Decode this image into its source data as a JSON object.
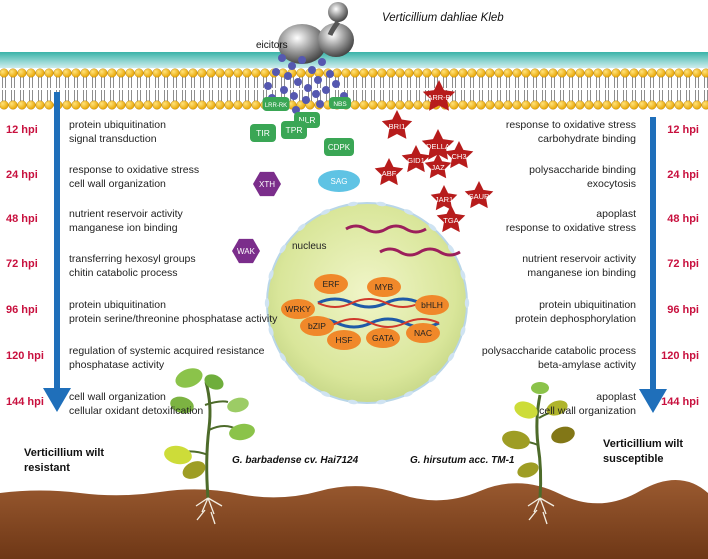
{
  "pathogen": {
    "name": "Verticillium dahliae Kleb",
    "elicitors_label": "eicitors"
  },
  "receptors": [
    "LRR-RK",
    "NLR",
    "NBS",
    "TIR",
    "TPR",
    "CDPK"
  ],
  "hormone_stars": [
    "BRI1",
    "ARR-B",
    "DELLA",
    "CH3",
    "GID1",
    "JAZ",
    "ABF",
    "JAR1",
    "SAUR",
    "TGA"
  ],
  "hexagons": [
    "XTH",
    "WAK"
  ],
  "oval_label": "SAG",
  "nucleus": {
    "label": "nucleus",
    "tfs": [
      "ERF",
      "MYB",
      "WRKY",
      "bHLH",
      "bZIP",
      "HSF",
      "GATA",
      "NAC"
    ]
  },
  "left_timeline": {
    "items": [
      {
        "hpi": "12 hpi",
        "line1": "protein ubiquitination",
        "line2": "signal transduction"
      },
      {
        "hpi": "24 hpi",
        "line1": "response to oxidative stress",
        "line2": "cell wall organization"
      },
      {
        "hpi": "48 hpi",
        "line1": "nutrient reservoir activity",
        "line2": "manganese ion binding"
      },
      {
        "hpi": "72 hpi",
        "line1": "transferring hexosyl groups",
        "line2": "chitin catabolic process"
      },
      {
        "hpi": "96 hpi",
        "line1": "protein ubiquitination",
        "line2": "protein serine/threonine phosphatase activity"
      },
      {
        "hpi": "120 hpi",
        "line1": "regulation of systemic acquired resistance",
        "line2": "phosphatase activity"
      },
      {
        "hpi": "144 hpi",
        "line1": "cell wall organization",
        "line2": "cellular oxidant detoxification"
      }
    ],
    "footer_line1": "Verticillium wilt",
    "footer_line2": "resistant"
  },
  "right_timeline": {
    "items": [
      {
        "hpi": "12 hpi",
        "line1": "response to oxidative stress",
        "line2": "carbohydrate binding"
      },
      {
        "hpi": "24 hpi",
        "line1": "polysaccharide binding",
        "line2": "exocytosis"
      },
      {
        "hpi": "48 hpi",
        "line1": "apoplast",
        "line2": "response to oxidative stress"
      },
      {
        "hpi": "72 hpi",
        "line1": "nutrient reservoir activity",
        "line2": "manganese ion binding"
      },
      {
        "hpi": "96 hpi",
        "line1": "protein ubiquitination",
        "line2": "protein dephosphorylation"
      },
      {
        "hpi": "120 hpi",
        "line1": "polysaccharide catabolic process",
        "line2": "beta-amylase activity"
      },
      {
        "hpi": "144 hpi",
        "line1": "apoplast",
        "line2": "cell wall organization"
      }
    ],
    "footer_line1": "Verticillium wilt",
    "footer_line2": "susceptible"
  },
  "plants": {
    "left": "G. barbadense cv. Hai7124",
    "right": "G. hirsutum acc. TM-1"
  },
  "colors": {
    "arrow": "#1f6fba",
    "hpi": "#c8103e",
    "membrane_top": "#2a9d8f",
    "lipid": "#f4b400",
    "receptor": "#3aa655",
    "star": "#b71c1c",
    "hexagon": "#7b2d8b",
    "oval": "#5fc3e4",
    "nucleus": "#dfe9a8",
    "tf": "#f0882a",
    "soil": "#8b4a26"
  }
}
